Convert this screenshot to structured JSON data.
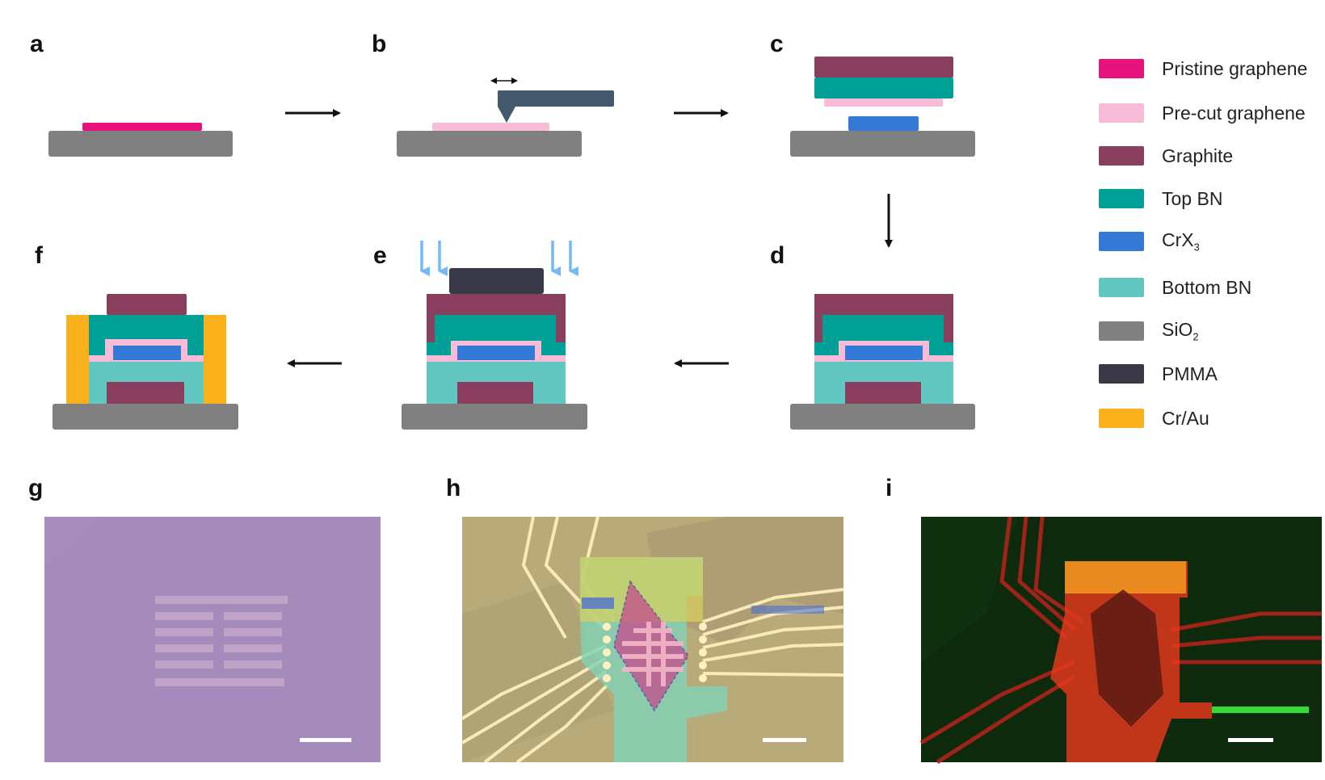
{
  "panel_labels": {
    "a": "a",
    "b": "b",
    "c": "c",
    "d": "d",
    "e": "e",
    "f": "f",
    "g": "g",
    "h": "h",
    "i": "i"
  },
  "legend": [
    {
      "key": "pristine_graphene",
      "label": "Pristine graphene",
      "sub": "",
      "color": "#e8127c"
    },
    {
      "key": "precut_graphene",
      "label": "Pre-cut graphene",
      "sub": "",
      "color": "#f9bcd8"
    },
    {
      "key": "graphite",
      "label": "Graphite",
      "sub": "",
      "color": "#8b3f5f"
    },
    {
      "key": "top_bn",
      "label": "Top BN",
      "sub": "",
      "color": "#00a096"
    },
    {
      "key": "crx3",
      "label": "CrX",
      "sub": "3",
      "color": "#3579d6"
    },
    {
      "key": "bottom_bn",
      "label": "Bottom BN",
      "sub": "",
      "color": "#63c7c1"
    },
    {
      "key": "sio2",
      "label": "SiO",
      "sub": "2",
      "color": "#808080"
    },
    {
      "key": "pmma",
      "label": "PMMA",
      "sub": "",
      "color": "#383847"
    },
    {
      "key": "cr_au",
      "label": "Cr/Au",
      "sub": "",
      "color": "#fbb11c"
    }
  ],
  "colors": {
    "tip": "#44596b",
    "arrow": "#111111",
    "etch_arrow": "#74b9f5",
    "micro_g_bg": "#a58bbb",
    "micro_h_bg": "#b9ab79",
    "micro_i_bg": "#0d2a0d"
  }
}
